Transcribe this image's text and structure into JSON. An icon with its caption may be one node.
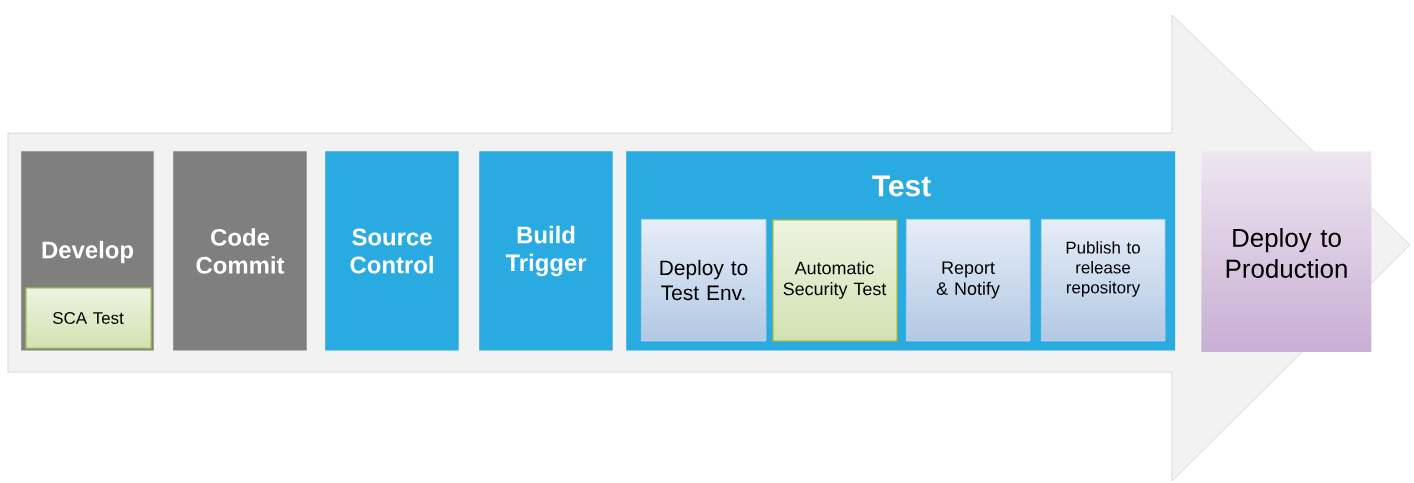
{
  "diagram": {
    "nodes": [
      {
        "text": [
          "Develop"
        ]
      },
      {
        "text": [
          "SCA Test"
        ],
        "in": 0
      },
      {
        "text": [
          "Code Commit"
        ]
      },
      {
        "text": [
          "Source Control"
        ]
      },
      {
        "text": [
          "Build Trigger"
        ]
      },
      {
        "text": [
          "Test"
        ]
      },
      {
        "text": [
          "Deploy to Test Env."
        ],
        "in": 5
      },
      {
        "text": [
          "Automatic Security Test"
        ],
        "in": 5
      },
      {
        "text": [
          "Report & Notify"
        ],
        "in": 5
      },
      {
        "text": [
          "Publish to release repository"
        ],
        "in": 5
      },
      {
        "text": [
          "Deploy to Production"
        ]
      }
    ]
  }
}
